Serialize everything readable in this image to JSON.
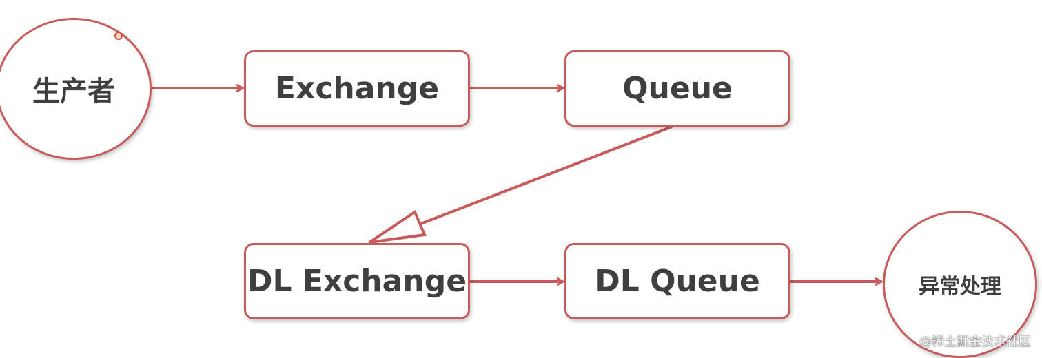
{
  "nodes": {
    "producer": "生产者",
    "exchange": "Exchange",
    "queue": "Queue",
    "dl_exchange": "DL Exchange",
    "dl_queue": "DL Queue",
    "handler": "异常处理"
  },
  "watermark": "@稀土掘金技术社区",
  "colors": {
    "stroke": "#c85a5a",
    "text": "#3f3f3f",
    "background": "#ffffff"
  }
}
